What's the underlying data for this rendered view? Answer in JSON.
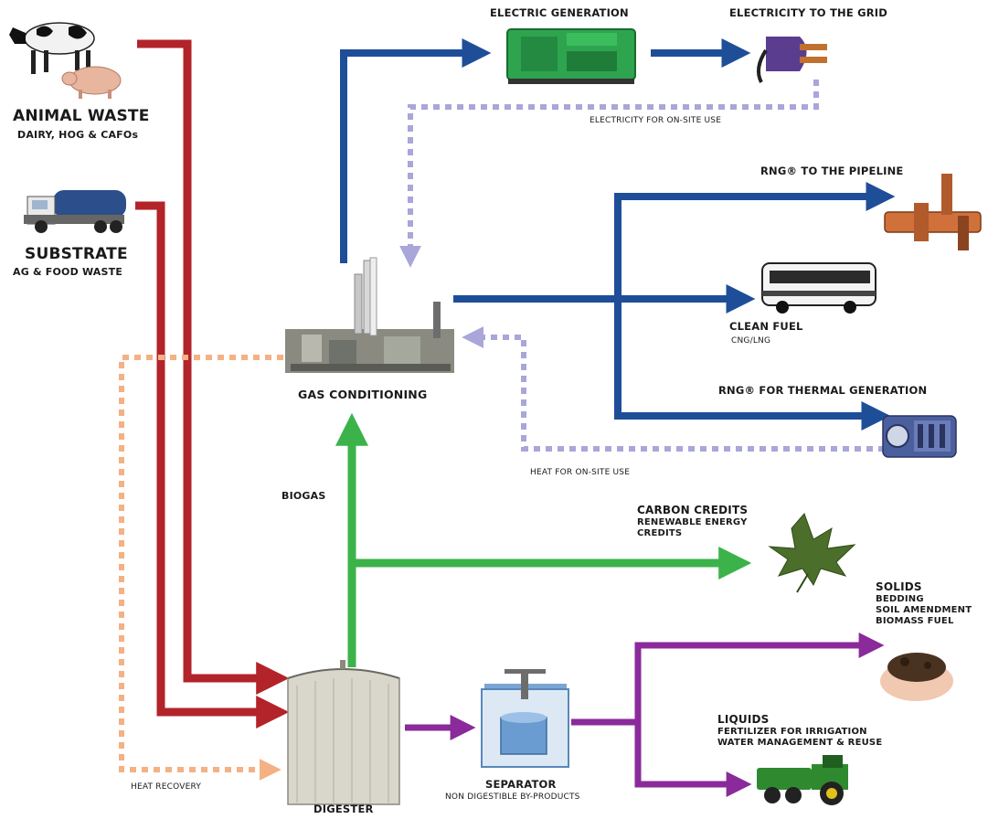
{
  "colors": {
    "waste_arrow": "#b3232a",
    "heat_recovery_arrow": "#f4b183",
    "gas_arrow": "#1f4e99",
    "onsite_arrow": "#a9a6d9",
    "biogas_arrow": "#3bb34a",
    "byproduct_arrow": "#8b2a9b"
  },
  "nodes": {
    "animal_waste": {
      "title": "ANIMAL WASTE",
      "subtitle": "DAIRY, HOG & CAFOs",
      "icon": "cow-pig-icon"
    },
    "substrate": {
      "title": "SUBSTRATE",
      "subtitle": "AG & FOOD WASTE",
      "icon": "tanker-truck-icon"
    },
    "gas_conditioning": {
      "title": "GAS CONDITIONING",
      "icon": "gas-plant-icon"
    },
    "electric_generation": {
      "title": "ELECTRIC GENERATION",
      "icon": "generator-icon"
    },
    "electricity_grid": {
      "title": "ELECTRICITY TO THE GRID",
      "icon": "power-plug-icon"
    },
    "rng_pipeline": {
      "title": "RNG® TO THE PIPELINE",
      "icon": "pipeline-icon"
    },
    "clean_fuel": {
      "title": "CLEAN FUEL",
      "subtitle": "CNG/LNG",
      "icon": "bus-icon"
    },
    "rng_thermal": {
      "title": "RNG® FOR THERMAL GENERATION",
      "icon": "boiler-icon"
    },
    "carbon_credits": {
      "title": "CARBON CREDITS",
      "lines": [
        "RENEWABLE ENERGY",
        "CREDITS"
      ],
      "icon": "maple-leaf-icon"
    },
    "solids": {
      "title": "SOLIDS",
      "lines": [
        "BEDDING",
        "SOIL AMENDMENT",
        "BIOMASS FUEL"
      ],
      "icon": "soil-hands-icon"
    },
    "liquids": {
      "title": "LIQUIDS",
      "lines": [
        "FERTILIZER FOR IRRIGATION",
        "WATER MANAGEMENT & REUSE"
      ],
      "icon": "tractor-icon"
    },
    "digester": {
      "title": "DIGESTER",
      "icon": "digester-tank-icon"
    },
    "separator": {
      "title": "SEPARATOR",
      "subtitle": "NON DIGESTIBLE BY-PRODUCTS",
      "icon": "press-icon"
    }
  },
  "edge_labels": {
    "electricity_onsite": "ELECTRICITY FOR ON-SITE USE",
    "heat_onsite": "HEAT FOR ON-SITE USE",
    "biogas": "BIOGAS",
    "heat_recovery": "HEAT RECOVERY"
  }
}
